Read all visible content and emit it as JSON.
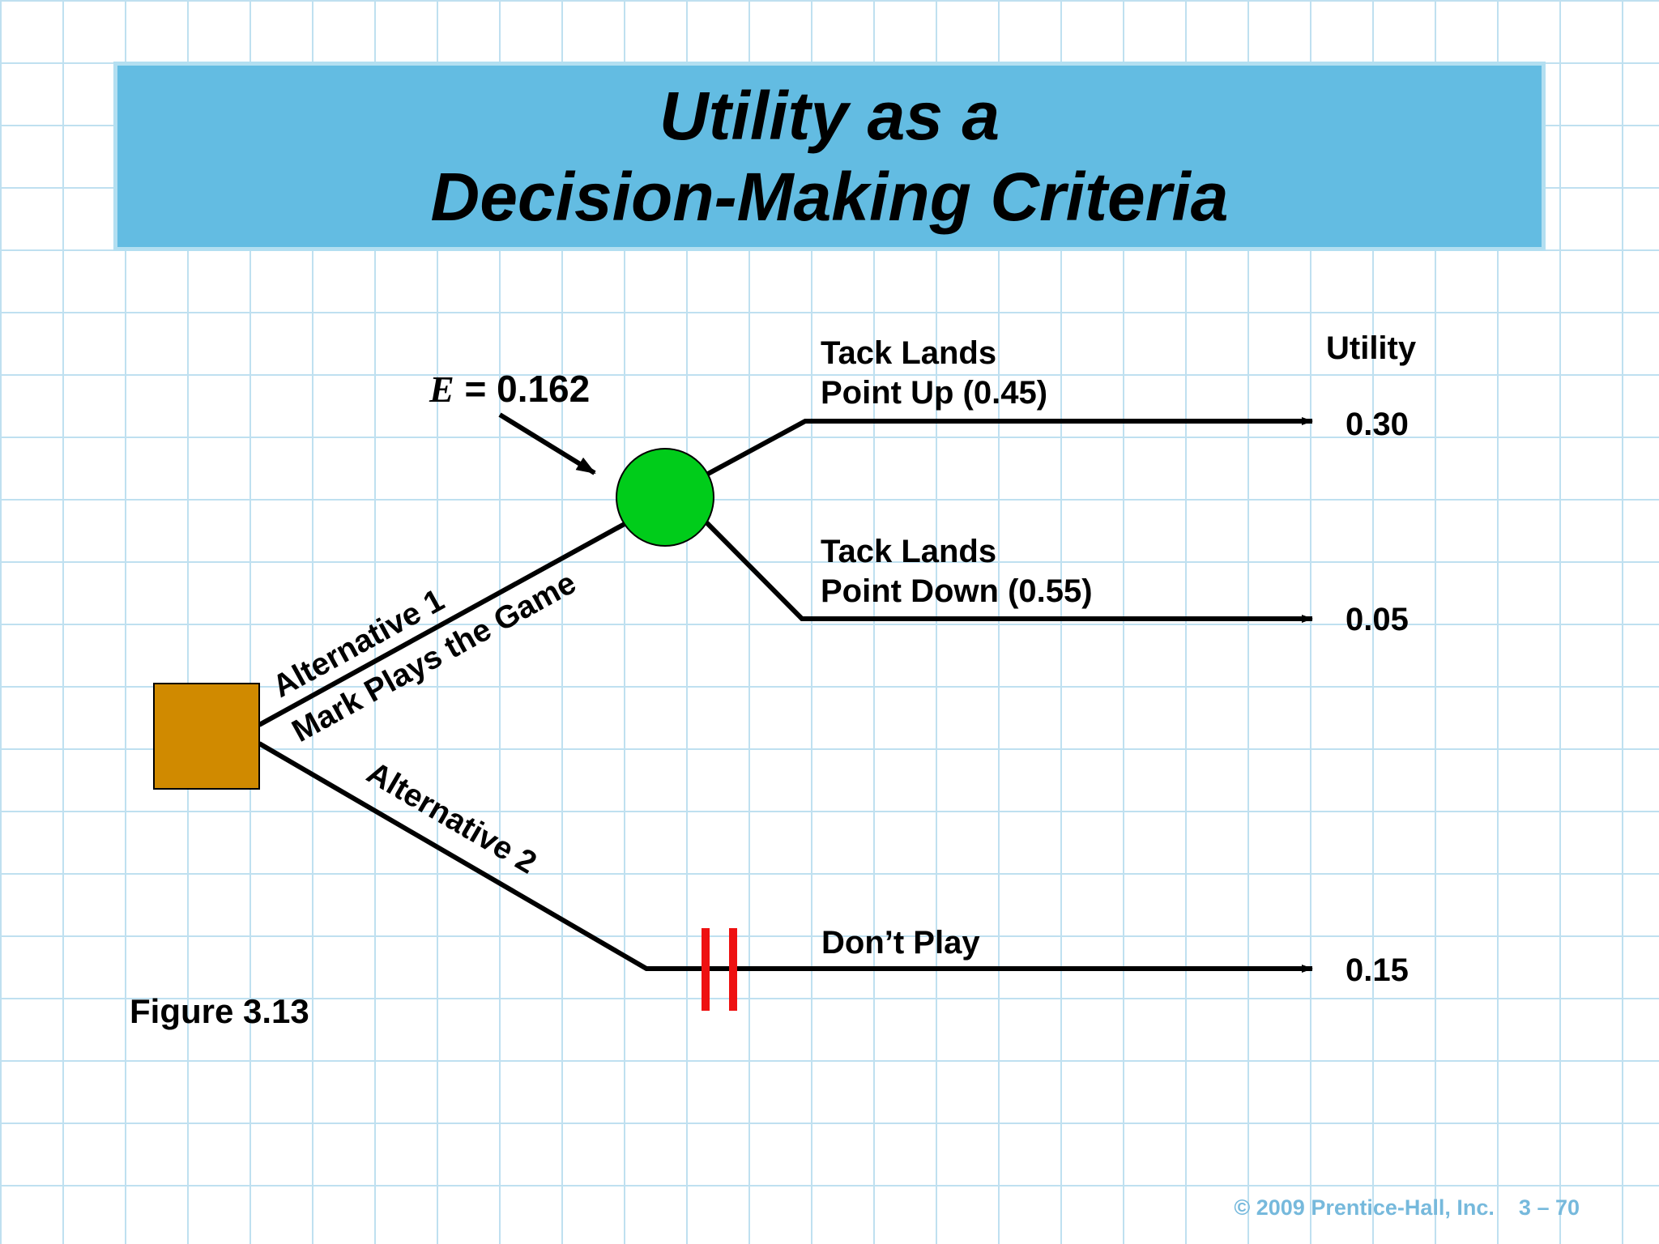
{
  "title": {
    "line1": "Utility as a",
    "line2": "Decision-Making Criteria"
  },
  "expected_value": {
    "symbol": "E",
    "text": " = 0.162"
  },
  "branches": {
    "alternative1": {
      "line1": "Alternative 1",
      "line2": "Mark Plays the Game"
    },
    "alternative2": {
      "label": "Alternative 2"
    }
  },
  "outcomes": {
    "up": {
      "line1": "Tack Lands",
      "line2": "Point Up (0.45)",
      "utility": "0.30"
    },
    "down": {
      "line1": "Tack Lands",
      "line2": "Point Down (0.55)",
      "utility": "0.05"
    },
    "dont_play": {
      "label": "Don’t Play",
      "utility": "0.15"
    }
  },
  "utility_header": "Utility",
  "figure_label": "Figure 3.13",
  "footer": {
    "copyright": "© 2009 Prentice-Hall, Inc.",
    "page": "3 – 70"
  },
  "colors": {
    "decision_node": "#d08a00",
    "chance_node": "#00cc1a",
    "pruned_mark": "#ee1111",
    "title_bg": "#63bce2",
    "grid": "#bfe0f0"
  }
}
